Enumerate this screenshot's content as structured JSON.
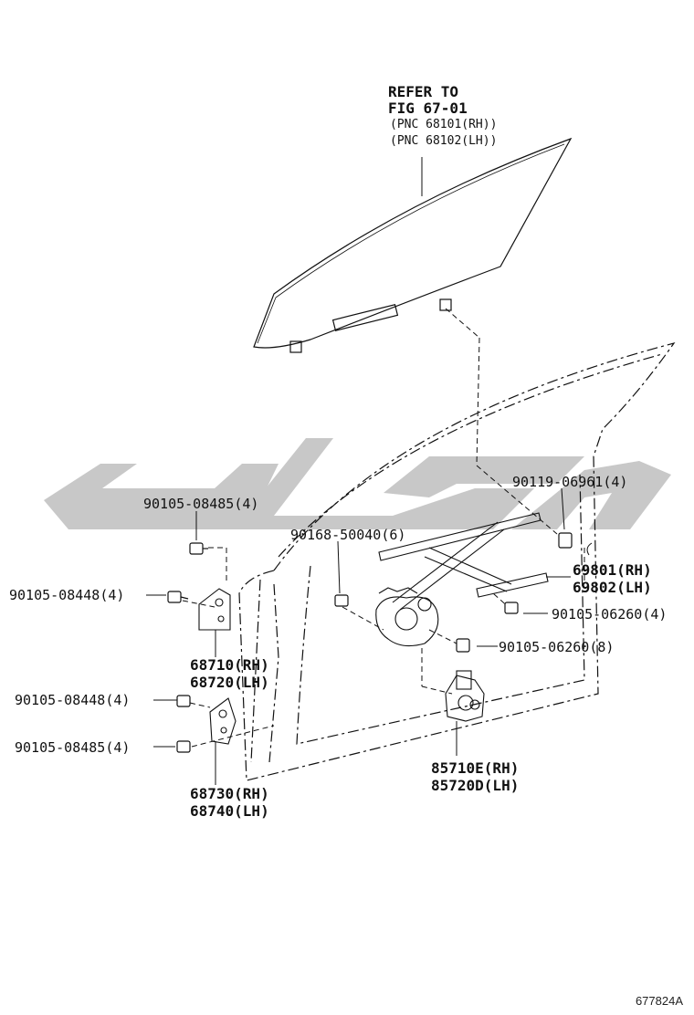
{
  "refer": {
    "line1": "REFER TO",
    "line2": "FIG 67-01",
    "pnc_rh": "(PNC 68101(RH))",
    "pnc_lh": "(PNC 68102(LH))"
  },
  "parts": {
    "p90105_08485_top": "90105-08485(4)",
    "p90105_08448_top": "90105-08448(4)",
    "p90168_50040": "90168-50040(6)",
    "p90119_06961": "90119-06961(4)",
    "p69801": "69801(RH)",
    "p69802": "69802(LH)",
    "p90105_06260_4": "90105-06260(4)",
    "p90105_06260_8": "90105-06260(8)",
    "p68710": "68710(RH)",
    "p68720": "68720(LH)",
    "p90105_08448_bot": "90105-08448(4)",
    "p90105_08485_bot": "90105-08485(4)",
    "p68730": "68730(RH)",
    "p68740": "68740(LH)",
    "p85710": "85710E(RH)",
    "p85720": "85720D(LH)"
  },
  "figure_code": "677824A",
  "colors": {
    "line": "#111111",
    "watermark": "#c8c8c8"
  }
}
